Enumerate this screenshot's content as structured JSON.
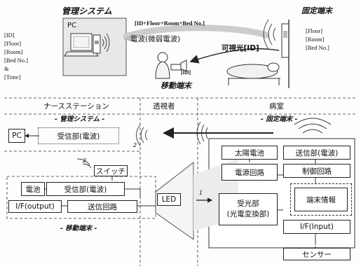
{
  "top": {
    "mgmt_system": "管理システム",
    "pc": "PC",
    "left_list": [
      "[ID]",
      "[Floor]",
      "[Room]",
      "[Bed No.]",
      "&",
      "[Time]"
    ],
    "signal_formula": "[ID+Floor+Room+Bed No.]",
    "radio_wave": "電波(微弱電波)",
    "visible_light": "可視光[ID]",
    "id_tag": "[ID]",
    "mobile_terminal": "移動端末",
    "fixed_terminal": "固定端末",
    "right_list": [
      "[Floor]",
      "[Room]",
      "[Bed No.]"
    ]
  },
  "bottom": {
    "header_nurse": "ナースステーション",
    "header_visitor": "透視者",
    "header_room": "病室",
    "sub_mgmt": "- 管理システム -",
    "sub_fixed": "- 固定端末 -",
    "sub_mobile": "- 移動端末 -",
    "pc": "PC",
    "receiver_radio": "受信部(電波)",
    "switch": "スイッチ",
    "battery": "電池",
    "mobile_receiver": "受信部(電波)",
    "if_output": "I/F(output)",
    "transmit_circuit": "送信回路",
    "led": "LED",
    "solar": "太陽電池",
    "transmitter_radio": "送信部(電波)",
    "power_circuit": "電源回路",
    "control_circuit": "制御回路",
    "terminal_info": "端末情報",
    "light_receiver_1": "受光部",
    "light_receiver_2": "(光電変換部)",
    "if_input": "I/F(Input)",
    "sensor": "センサー",
    "num_1": "1",
    "num_2a": "2",
    "num_2b": "2"
  }
}
